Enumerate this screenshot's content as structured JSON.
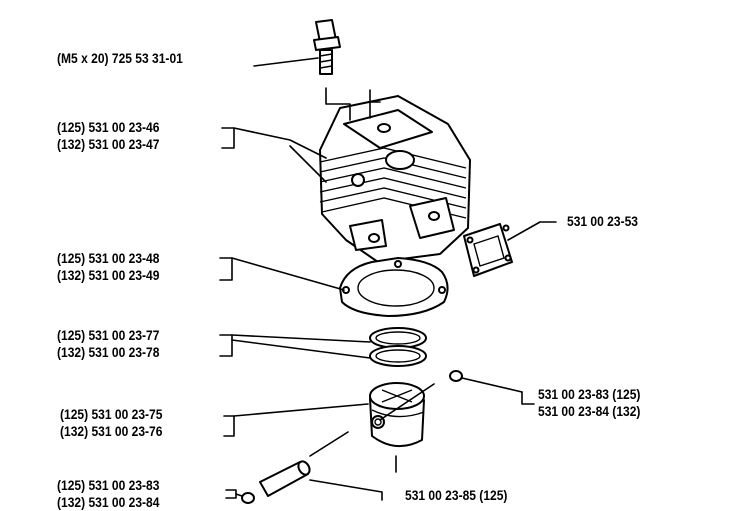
{
  "labels": {
    "bolt": "(M5 x 20) 725 53 31-01",
    "cylinder": [
      "(125) 531 00 23-46",
      "(132) 531 00 23-47"
    ],
    "exhaust_gasket": "531 00 23-53",
    "cylinder_gasket": [
      "(125) 531 00 23-48",
      "(132) 531 00 23-49"
    ],
    "piston_rings": [
      "(125) 531 00 23-77",
      "(132) 531 00 23-78"
    ],
    "circlip": [
      "531 00 23-83 (125)",
      "531 00 23-84 (132)"
    ],
    "piston": [
      "(125) 531 00 23-75",
      "(132) 531 00 23-76"
    ],
    "circlip_lower": [
      "(125) 531 00 23-83",
      "(132) 531 00 23-84"
    ],
    "piston_pin": "531 00 23-85 (125)"
  }
}
